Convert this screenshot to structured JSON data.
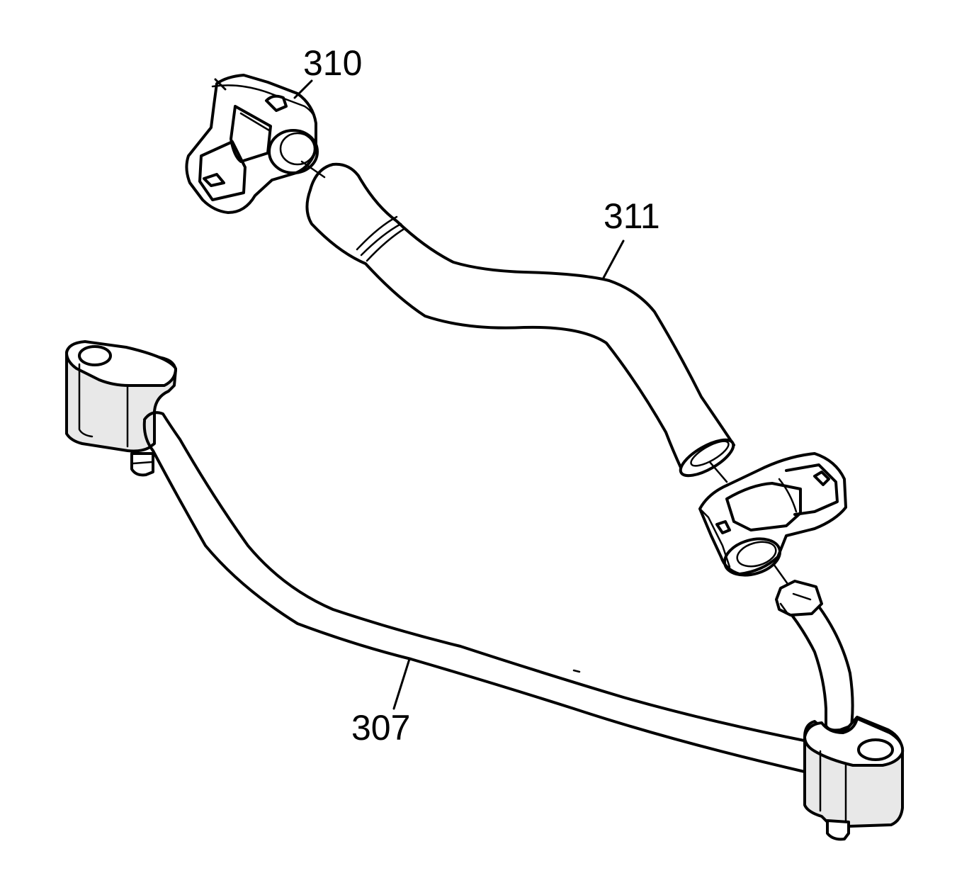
{
  "callouts": {
    "clamp_upper": "310",
    "hose": "311",
    "pipe": "307"
  }
}
